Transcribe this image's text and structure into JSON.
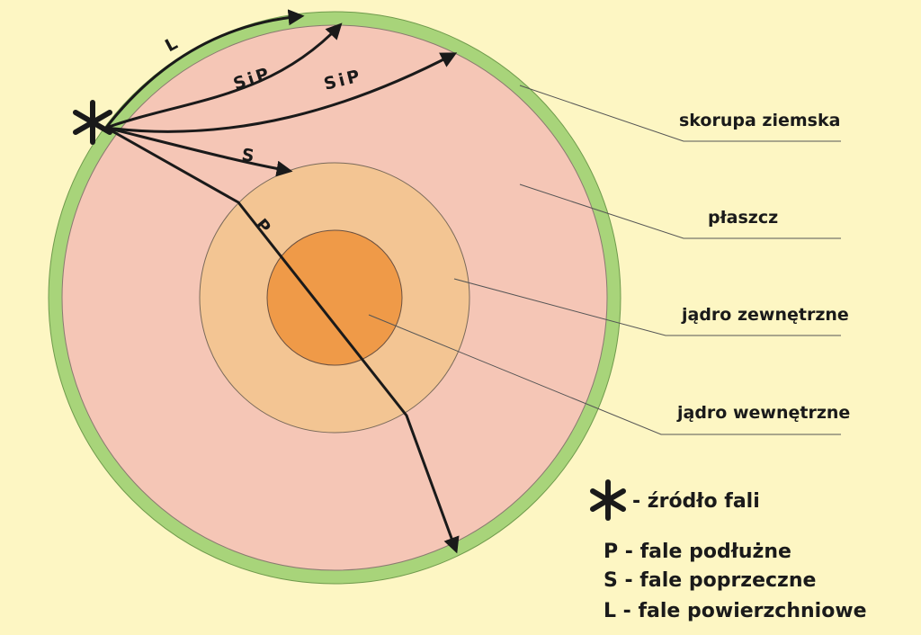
{
  "layers": {
    "crust": "skorupa ziemska",
    "mantle": "płaszcz",
    "outer_core": "jądro zewnętrzne",
    "inner_core": "jądro wewnętrzne"
  },
  "waves": {
    "l_label": "L",
    "sp_label_1": "SiP",
    "sp_label_2": "SiP",
    "s_label": "S",
    "p_label": "P"
  },
  "legend": {
    "source": "- źródło fali",
    "p": "P - fale podłużne",
    "s": "S - fale poprzeczne",
    "l": "L - fale powierzchniowe"
  },
  "colors": {
    "background": "#fdf6c3",
    "crust": "#a8d47a",
    "mantle": "#f5c6b6",
    "outer_core": "#f3c593",
    "inner_core": "#ef9a48",
    "ink": "#1a1a1a"
  }
}
